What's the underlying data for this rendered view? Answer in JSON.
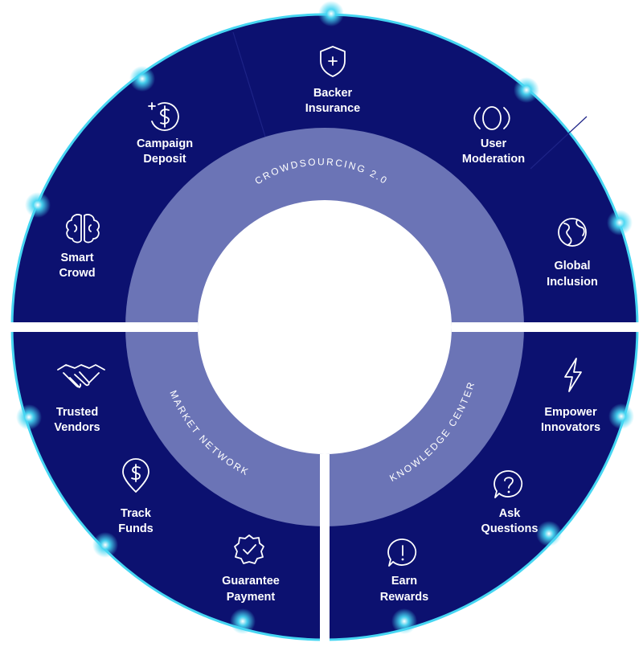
{
  "colors": {
    "outer_ring": "#0c1170",
    "inner_ring": "#6b74b6",
    "glow": "#46d6f2",
    "divider": "#ffffff",
    "center": "#ffffff"
  },
  "inner_ring": {
    "top": "CROWDSOURCING 2.0",
    "left": "MARKET NETWORK",
    "right": "KNOWLEDGE CENTER"
  },
  "items": {
    "backer_insurance": {
      "icon": "shield-plus-icon",
      "line1": "Backer",
      "line2": "Insurance"
    },
    "user_moderation": {
      "icon": "moderation-icon",
      "line1": "User",
      "line2": "Moderation"
    },
    "campaign_deposit": {
      "icon": "dollar-coin-icon",
      "line1": "Campaign",
      "line2": "Deposit"
    },
    "smart_crowd": {
      "icon": "brain-icon",
      "line1": "Smart",
      "line2": "Crowd"
    },
    "global_inclusion": {
      "icon": "globe-icon",
      "line1": "Global",
      "line2": "Inclusion"
    },
    "trusted_vendors": {
      "icon": "handshake-icon",
      "line1": "Trusted",
      "line2": "Vendors"
    },
    "track_funds": {
      "icon": "location-dollar-icon",
      "line1": "Track",
      "line2": "Funds"
    },
    "guarantee_payment": {
      "icon": "verified-badge-icon",
      "line1": "Guarantee",
      "line2": "Payment"
    },
    "empower_innovators": {
      "icon": "lightning-icon",
      "line1": "Empower",
      "line2": "Innovators"
    },
    "ask_questions": {
      "icon": "question-bubble-icon",
      "line1": "Ask",
      "line2": "Questions"
    },
    "earn_rewards": {
      "icon": "exclamation-bubble-icon",
      "line1": "Earn",
      "line2": "Rewards"
    }
  }
}
